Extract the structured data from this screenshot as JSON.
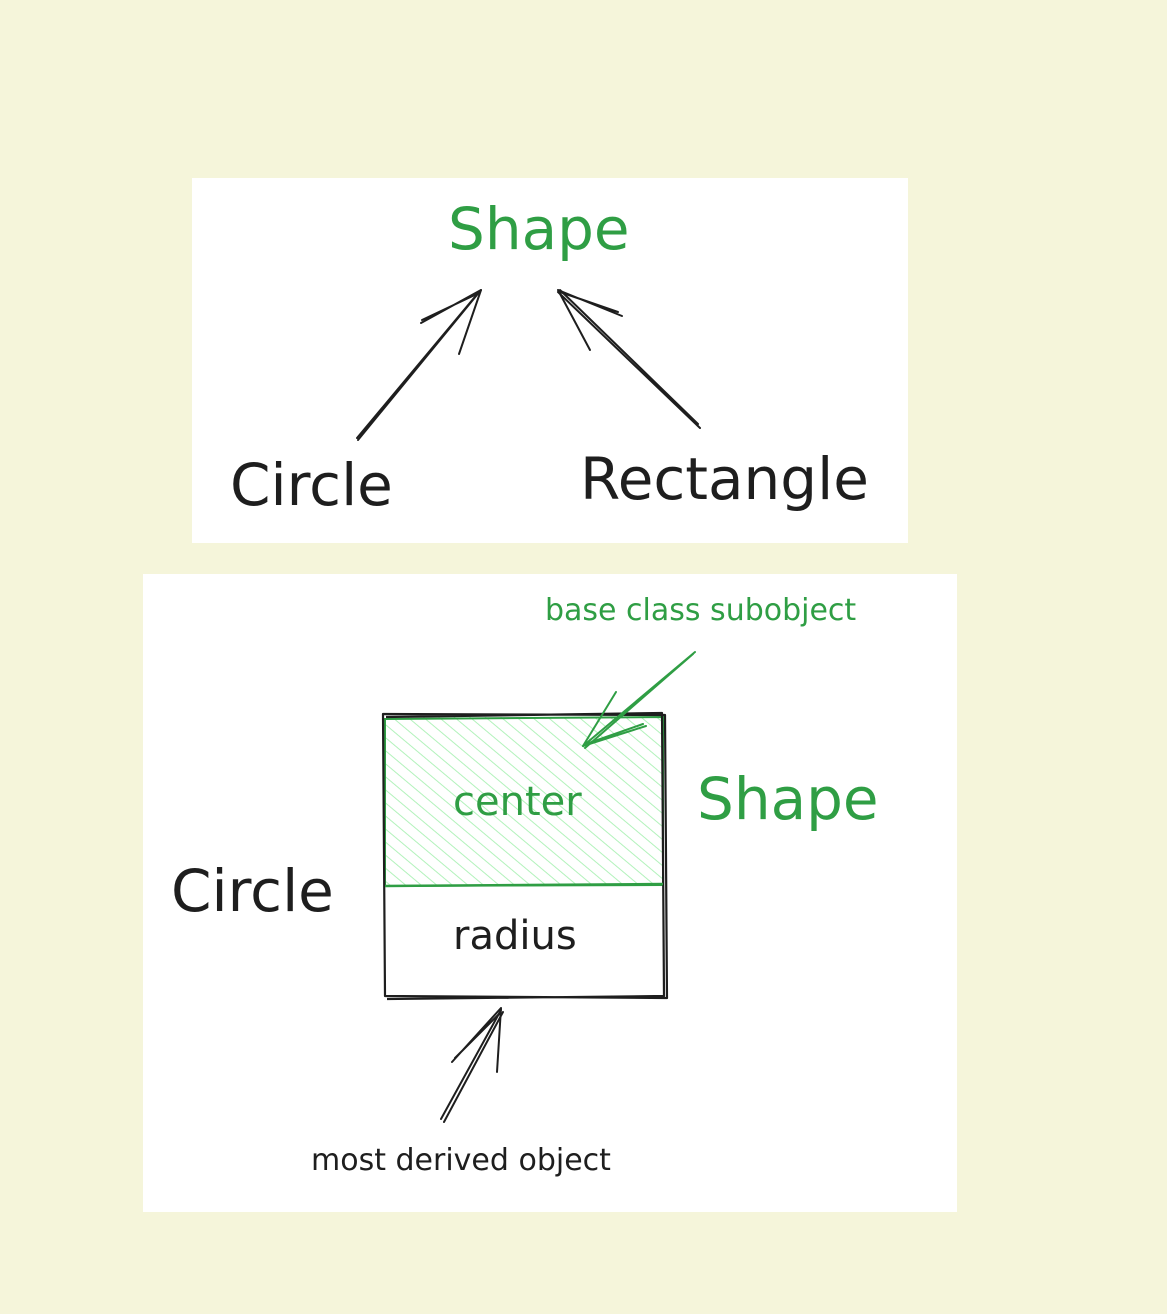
{
  "top_diagram": {
    "base": "Shape",
    "left_child": "Circle",
    "right_child": "Rectangle"
  },
  "bottom_diagram": {
    "outer_label": "Circle",
    "base_label": "Shape",
    "base_field": "center",
    "derived_field": "radius",
    "base_annotation": "base class subobject",
    "derived_annotation": "most derived object"
  },
  "colors": {
    "background": "#f5f5da",
    "panel": "#ffffff",
    "ink": "#1e1e1e",
    "accent": "#2f9e44",
    "hatch": "#b2f2bb"
  }
}
